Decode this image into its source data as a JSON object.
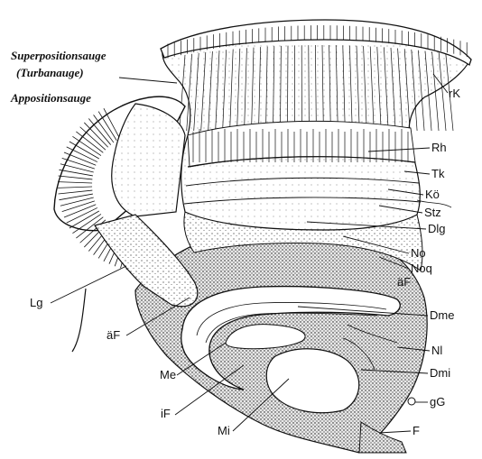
{
  "figure": {
    "title_lines": [
      "Superpositionsauge",
      "(Turbanauge)"
    ],
    "apposition_label": "Appositionsauge",
    "labels": {
      "rK": "rK",
      "Rh": "Rh",
      "Tk": "Tk",
      "Ko": "Kö",
      "Stz": "Stz",
      "Dlg": "Dlg",
      "No": "No",
      "Noq": "Noq",
      "aF_right": "äF",
      "Dme": "Dme",
      "Nl": "Nl",
      "Dmi": "Dmi",
      "gG": "gG",
      "F": "F",
      "Lg": "Lg",
      "aF_left": "äF",
      "Me": "Me",
      "iF": "iF",
      "Mi": "Mi"
    }
  }
}
